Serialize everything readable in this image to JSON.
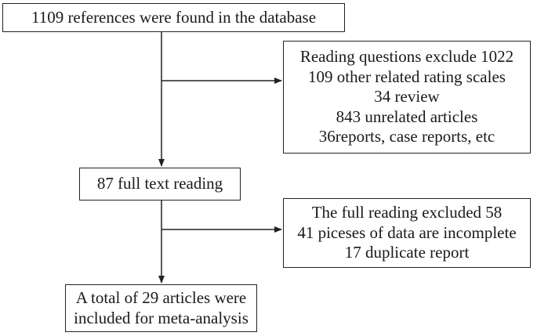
{
  "flowchart": {
    "identified": {
      "lines": [
        "1109 references were found in the database"
      ]
    },
    "exclusion_1": {
      "lines": [
        "Reading questions exclude 1022",
        "109 other related rating scales",
        "34 review",
        "843 unrelated articles",
        "36reports, case reports, etc"
      ]
    },
    "full_text": {
      "lines": [
        "87 full text reading"
      ]
    },
    "exclusion_2": {
      "lines": [
        "The full reading excluded 58",
        "41 piceses of data are incomplete",
        "17 duplicate report"
      ]
    },
    "included": {
      "lines": [
        "A total of 29 articles were",
        "included for meta-analysis"
      ]
    }
  }
}
